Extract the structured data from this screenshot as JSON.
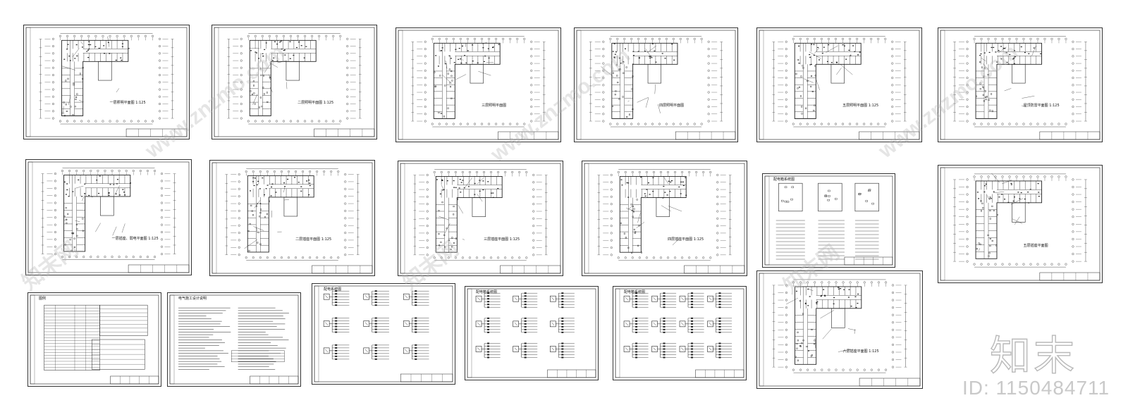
{
  "watermark": {
    "brand": "知末",
    "id_text": "ID: 1150484711",
    "diagonal_text": "www.znzmo.com",
    "diagonal_cn": "知末网"
  },
  "colors": {
    "line": "#222222",
    "sheet_border": "#333333",
    "watermark": "#bdbdbd"
  },
  "sheets": [
    {
      "id": "s1",
      "kind": "plan",
      "label": "一层照明平面图",
      "scale": "1:125"
    },
    {
      "id": "s2",
      "kind": "plan",
      "label": "二层照明平面图",
      "scale": "1:125"
    },
    {
      "id": "s3",
      "kind": "plan",
      "label": "三层照明平面图",
      "scale": ""
    },
    {
      "id": "s4",
      "kind": "plan",
      "label": "四层照明平面图",
      "scale": ""
    },
    {
      "id": "s5",
      "kind": "plan",
      "label": "五层照明平面图",
      "scale": "1:125"
    },
    {
      "id": "s6",
      "kind": "plan",
      "label": "屋顶防雷平面图",
      "scale": "1:125"
    },
    {
      "id": "s7",
      "kind": "plan",
      "label": "一层插座、弱电平面图",
      "scale": "1:125"
    },
    {
      "id": "s8",
      "kind": "plan",
      "label": "二层插座平面图",
      "scale": "1:125"
    },
    {
      "id": "s9",
      "kind": "plan",
      "label": "三层插座平面图",
      "scale": "1:125"
    },
    {
      "id": "s10",
      "kind": "plan",
      "label": "四层插座平面图",
      "scale": "1:125"
    },
    {
      "id": "s11",
      "kind": "detail",
      "label": "配电箱系统图",
      "scale": ""
    },
    {
      "id": "s12",
      "kind": "plan",
      "label": "五层插座平面图",
      "scale": ""
    },
    {
      "id": "s13",
      "kind": "table",
      "label": "图例",
      "scale": ""
    },
    {
      "id": "s14",
      "kind": "notes",
      "label": "电气施工设计说明",
      "scale": ""
    },
    {
      "id": "s15",
      "kind": "system",
      "label": "配电系统图",
      "scale": ""
    },
    {
      "id": "s16",
      "kind": "system",
      "label": "配电箱系统图",
      "scale": ""
    },
    {
      "id": "s17",
      "kind": "system",
      "label": "配电箱系统图",
      "scale": ""
    },
    {
      "id": "s18",
      "kind": "plan",
      "label": "六层插座平面图",
      "scale": "1:125"
    }
  ]
}
